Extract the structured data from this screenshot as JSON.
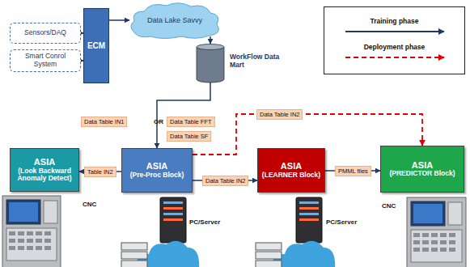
{
  "diagram": {
    "nodes": [
      {
        "text": [
          "Sensors/DAQ"
        ]
      },
      {
        "text": [
          "Smart Conrol System"
        ]
      },
      {
        "text": [
          "ECM"
        ]
      },
      {
        "text": [
          "Data Lake Savvy"
        ]
      },
      {
        "text": [
          "WorkFlow Data Mart"
        ]
      },
      {
        "text": [
          "ASIA",
          "(Look Backward Anomaly Detect)"
        ]
      },
      {
        "text": [
          "ASIA",
          "(Pre-Proc Block)"
        ]
      },
      {
        "text": [
          "ASIA",
          "(LEARNER Block)"
        ]
      },
      {
        "text": [
          "ASIA",
          "(PREDICTOR Block)"
        ]
      }
    ],
    "edges": [
      {
        "from": 0,
        "to": 2,
        "arrow": "to"
      },
      {
        "from": 1,
        "to": 2,
        "arrow": "to"
      },
      {
        "from": 2,
        "to": 3,
        "arrow": "to"
      },
      {
        "from": 3,
        "to": 4,
        "arrow": "to"
      },
      {
        "from": 4,
        "to": 6,
        "arrow": "to"
      },
      {
        "from": 6,
        "to": 5,
        "label": "Table IN2",
        "arrow": "to"
      },
      {
        "from": 6,
        "to": 7,
        "label": "Data Table IN2",
        "arrow": "to"
      },
      {
        "from": 7,
        "to": 8,
        "label": "PMML files",
        "arrow": "to"
      },
      {
        "from": 6,
        "to": 8,
        "label": "Data Table IN2",
        "arrow": "to"
      }
    ],
    "labels": [
      "Data Table IN1",
      "OR",
      "Data Table FFT",
      "Data Table SF",
      "CNC",
      "PC/Server",
      "PC/Server",
      "CNC"
    ],
    "legend": [
      {
        "text": "Training phase"
      },
      {
        "text": "Deployment phase"
      }
    ]
  }
}
